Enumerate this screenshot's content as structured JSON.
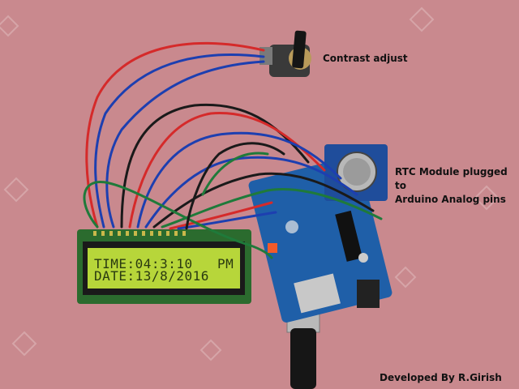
{
  "captions": {
    "contrast": "Contrast adjust",
    "rtc_line1": "RTC Module plugged to",
    "rtc_line2": "Arduino Analog pins",
    "developer": "Developed By R.Girish"
  },
  "lcd": {
    "line1": "TIME:04:3:10   PM",
    "line2": "DATE:13/8/2016"
  },
  "colors": {
    "background": "#c9898e",
    "lcd_screen": "#b7d63a",
    "pcb_green": "#2b6b2e",
    "arduino_blue": "#1f5fa8",
    "wire_blue": "#1d3fb0",
    "wire_red": "#d52a2a",
    "wire_black": "#1a1a1a",
    "wire_green": "#1f7a3a"
  }
}
